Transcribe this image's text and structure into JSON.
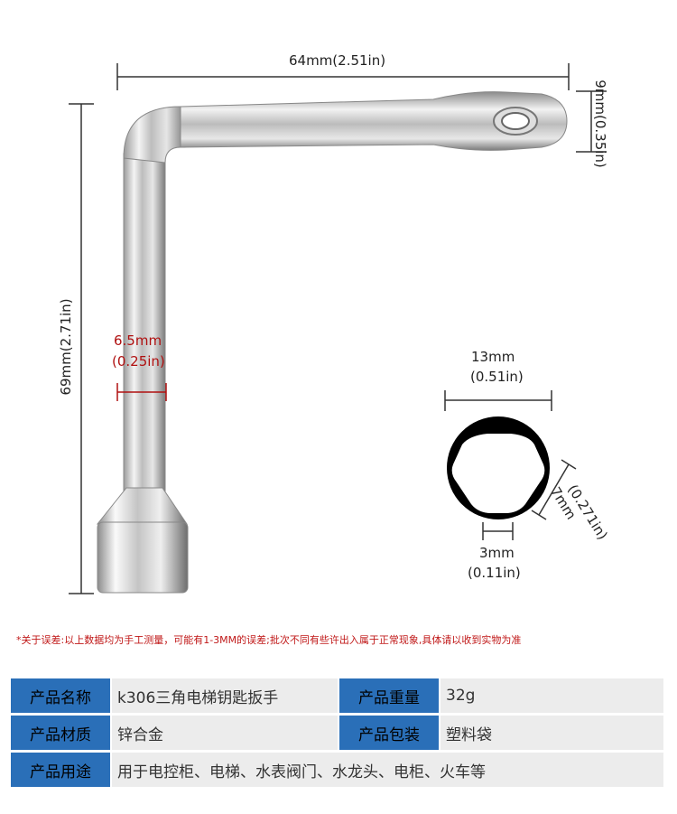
{
  "dimensions": {
    "width_top": "64mm(2.51in)",
    "height_right": "9mm(0.35in)",
    "height_left": "69mm(2.71in)",
    "shaft_line1": "6.5mm",
    "shaft_line2": "(0.25in)",
    "socket_width_line1": "13mm",
    "socket_width_line2": "(0.51in)",
    "triangle_side_line1": "7mm",
    "triangle_side_line2": "(0.271in)",
    "flat_line1": "3mm",
    "flat_line2": "(0.11in)"
  },
  "note": "*关于误差:以上数据均为手工测量，可能有1-3MM的误差;批次不同有些许出入属于正常现象,具体请以收到实物为准",
  "specs": {
    "name_label": "产品名称",
    "name_value": "k306三角电梯钥匙扳手",
    "weight_label": "产品重量",
    "weight_value": "32g",
    "material_label": "产品材质",
    "material_value": "锌合金",
    "packaging_label": "产品包装",
    "packaging_value": "塑料袋",
    "usage_label": "产品用途",
    "usage_value": "用于电控柜、电梯、水表阀门、水龙头、电柜、火车等"
  },
  "colors": {
    "label_bg": "#2a6fb8",
    "value_bg": "#ececec",
    "accent_red": "#b01010"
  }
}
